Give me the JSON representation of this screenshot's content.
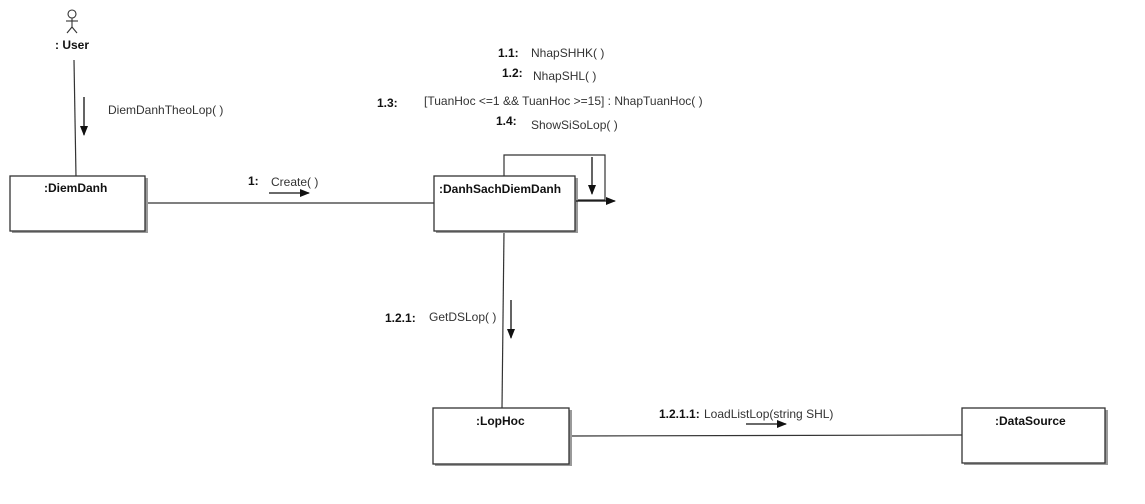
{
  "actor": {
    "name": ": User"
  },
  "objects": {
    "diem_danh": ":DiemDanh",
    "danh_sach_diem_danh": ":DanhSachDiemDanh",
    "lop_hoc": ":LopHoc",
    "data_source": ":DataSource"
  },
  "messages": {
    "user_to_diemdanh": {
      "number": "",
      "label": "DiemDanhTheoLop( )"
    },
    "create": {
      "number": "1:",
      "label": "Create( )"
    },
    "nhap_shhk": {
      "number": "1.1:",
      "label": "NhapSHHK( )"
    },
    "nhap_shl": {
      "number": "1.2:",
      "label": "NhapSHL( )"
    },
    "nhap_tuan_hoc": {
      "number": "1.3:",
      "label": "[TuanHoc <=1 && TuanHoc >=15] : NhapTuanHoc( )"
    },
    "show_si_so_lop": {
      "number": "1.4:",
      "label": "ShowSiSoLop( )"
    },
    "get_ds_lop": {
      "number": "1.2.1:",
      "label": "GetDSLop( )"
    },
    "load_list_lop": {
      "number": "1.2.1.1:",
      "label": "LoadListLop(string SHL)"
    }
  }
}
